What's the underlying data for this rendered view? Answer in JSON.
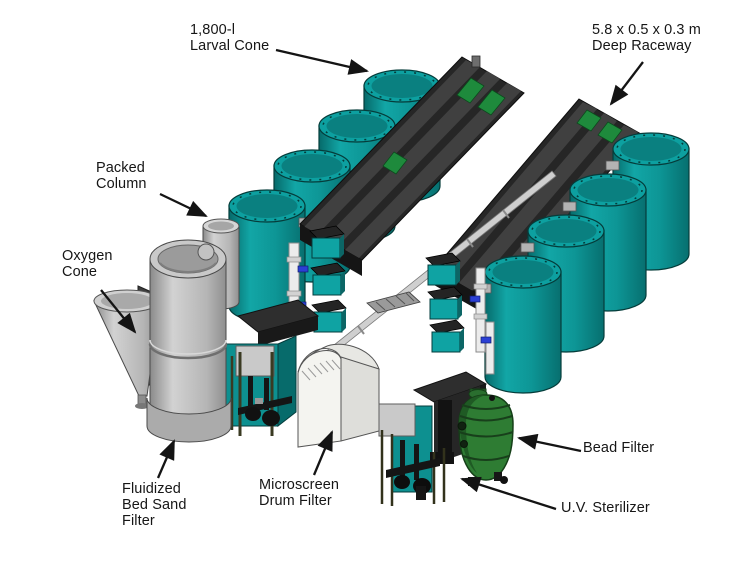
{
  "figure": {
    "description_labels": {
      "larval_cone": {
        "lines": [
          "1,800-l",
          "Larval Cone"
        ]
      },
      "deep_raceway": {
        "lines": [
          "5.8 x 0.5 x 0.3 m",
          "Deep Raceway"
        ]
      },
      "packed_column": {
        "lines": [
          "Packed",
          "Column"
        ]
      },
      "oxygen_cone": {
        "lines": [
          "Oxygen",
          "Cone"
        ]
      },
      "fluidized_bed_sand_filter": {
        "lines": [
          "Fluidized",
          "Bed Sand",
          "Filter"
        ]
      },
      "microscreen_drum_filter": {
        "lines": [
          "Microscreen",
          "Drum Filter"
        ]
      },
      "bead_filter": {
        "lines": [
          "Bead Filter"
        ]
      },
      "uv_sterilizer": {
        "lines": [
          "U.V. Sterilizer"
        ]
      }
    },
    "colors": {
      "tank_teal": "#0d9595",
      "teal_dark": "#076f6f",
      "raceway_dark": "#262626",
      "raceway_green": "#1e8a3c",
      "equipment_gray": "#b9b9b9",
      "drum_white": "#f4f4f0",
      "bead_green": "#2e7c33",
      "valve_blue": "#2b3fd4",
      "label_text": "#161616",
      "background": "#ffffff"
    }
  }
}
